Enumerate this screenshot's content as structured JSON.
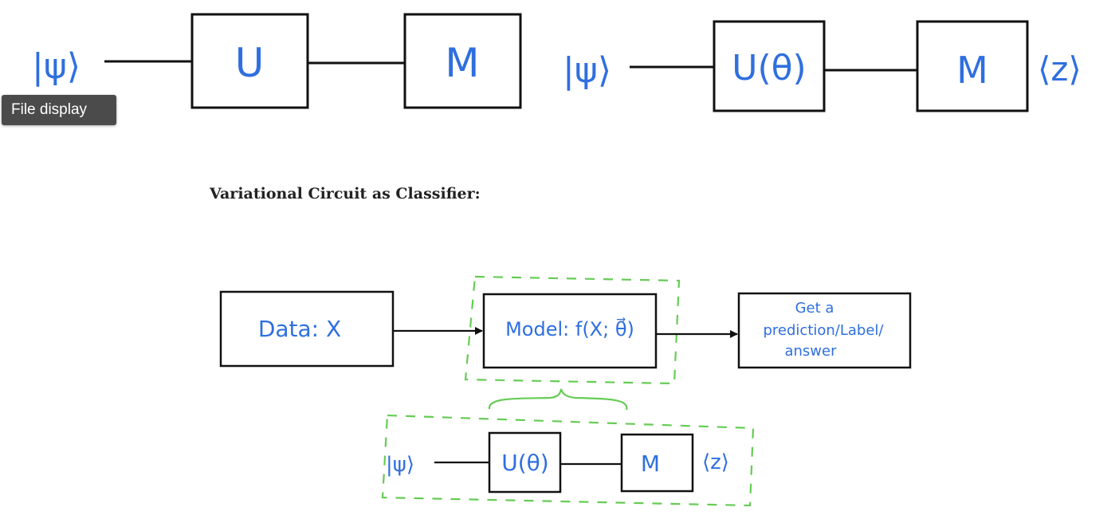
{
  "tooltip": {
    "text": "File display"
  },
  "heading": {
    "text": "Variational Circuit as Classifier:"
  },
  "circuit_left": {
    "input": "|ψ⟩",
    "gate": "U",
    "measure": "M"
  },
  "circuit_right": {
    "input": "|ψ⟩",
    "gate": "U(θ)",
    "measure": "M",
    "output": "⟨z⟩"
  },
  "classifier": {
    "data_box": "Data: X",
    "model_box": "Model: f(X; θ⃗)",
    "prediction_lines": [
      "Get a",
      "prediction/Label/",
      "answer"
    ]
  },
  "sub_circuit": {
    "input": "|ψ⟩",
    "gate": "U(θ)",
    "measure": "M",
    "output": "⟨z⟩"
  },
  "colors": {
    "ink": "#2f6fdf",
    "lines": "#111111",
    "dashed_boxes": "#66cc55"
  }
}
